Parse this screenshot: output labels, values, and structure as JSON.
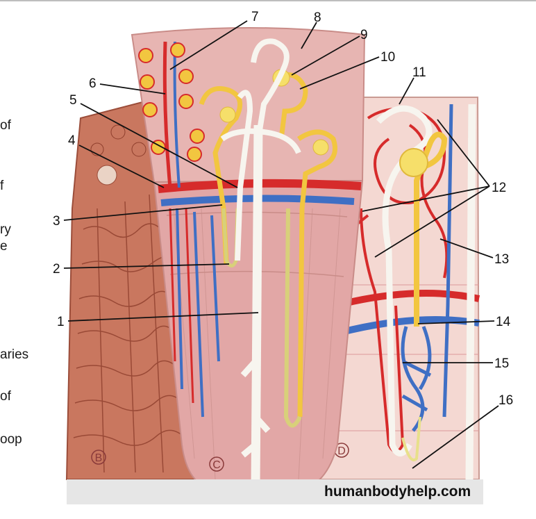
{
  "watermark": "humanbodyhelp.com",
  "left_text_fragments": [
    "of",
    "f",
    "ry",
    "e",
    "aries",
    "of",
    "oop"
  ],
  "labels": [
    "1",
    "2",
    "3",
    "4",
    "5",
    "6",
    "7",
    "8",
    "9",
    "10",
    "11",
    "12",
    "13",
    "14",
    "15",
    "16"
  ],
  "section_marks": [
    "B",
    "C",
    "D"
  ],
  "colors": {
    "background": "#ffffff",
    "tissue_pink": "#e9b3b0",
    "artery_red": "#d62b2b",
    "vein_blue": "#3f6fc4",
    "tubule_yellow": "#f2c640",
    "duct_white": "#f7f5ef",
    "block_b_brown": "#c9775f",
    "block_d_pink": "#f4d8d2"
  }
}
